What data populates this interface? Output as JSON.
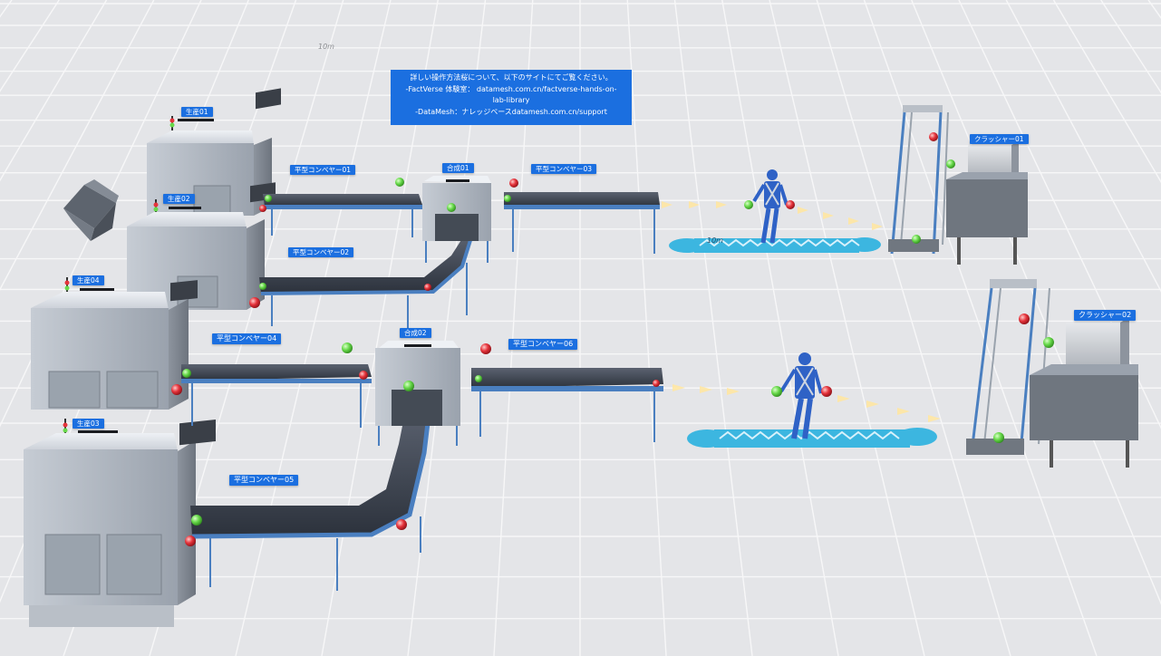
{
  "info_panel": {
    "line1": "詳しい操作方法桜について、以下のサイトにてご覧ください。",
    "line2": "-FactVerse 体験室： datamesh.com.cn/factverse-hands-on-",
    "line3": "lab-library",
    "line4": "-DataMesh：ナレッジベースdatamesh.com.cn/support"
  },
  "grid_scale": {
    "top": "10m",
    "walkway": "10m"
  },
  "machines": {
    "m1": "生産01",
    "m2": "生産02",
    "m3": "生産03",
    "m4": "生産04"
  },
  "conveyors": {
    "c1": "平型コンベヤー01",
    "c2": "平型コンベヤー02",
    "c3": "平型コンベヤー03",
    "c4": "平型コンベヤー04",
    "c5": "平型コンベヤー05",
    "c6": "平型コンベヤー06"
  },
  "assembly": {
    "a1": "合成01",
    "a2": "合成02"
  },
  "crushers": {
    "k1": "クラッシャー01",
    "k2": "クラッシャー02"
  },
  "colors": {
    "floor": "#e4e5e8",
    "grid": "#f6f6f7",
    "label_bg": "#1b6fe0",
    "conveyor_belt": "#3a414d",
    "frame": "#4a7fc0",
    "walkway": "#3cb6e0",
    "ball_green": "#67d94a",
    "ball_red": "#e5333b",
    "worker": "#2f62c6"
  },
  "icons": {
    "box": "open-box-icon",
    "worker": "worker-figure-icon",
    "ball_green": "green-ball-icon",
    "ball_red": "red-ball-icon"
  }
}
